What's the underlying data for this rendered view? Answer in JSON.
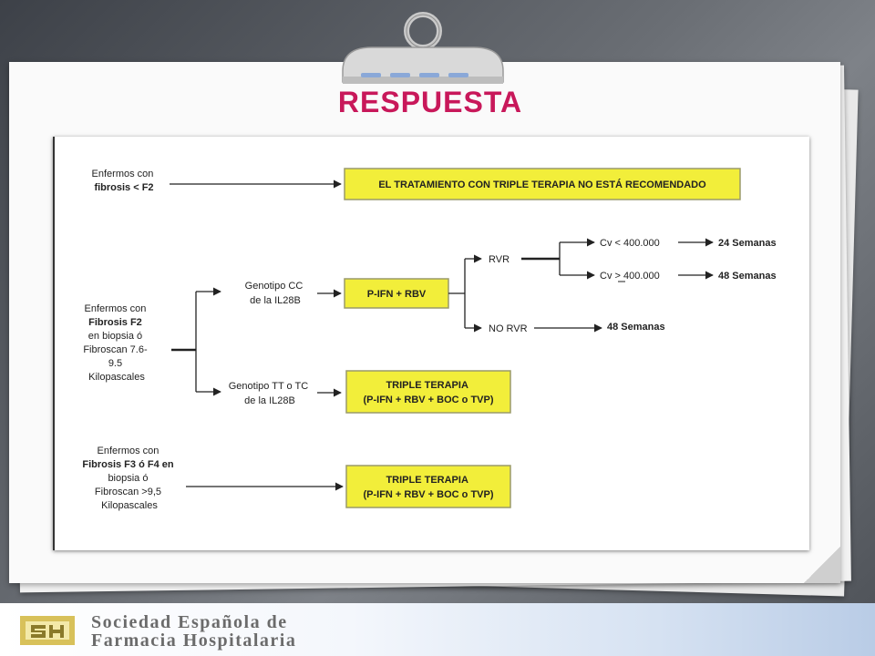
{
  "slide": {
    "title": "RESPUESTA",
    "footer": {
      "org_line1": "Sociedad Española de",
      "org_line2": "Farmacia Hospitalaria"
    }
  },
  "diagram": {
    "group1": {
      "label_lines": [
        "Enfermos con",
        "fibrosis < F2"
      ],
      "box": "EL TRATAMIENTO CON TRIPLE TERAPIA NO ESTÁ RECOMENDADO"
    },
    "group2": {
      "label_lines": [
        "Enfermos con",
        "Fibrosis F2",
        "en biopsia ó",
        "Fibroscan 7.6-",
        "9.5",
        "Kilopascales"
      ],
      "branch_cc": {
        "label_lines": [
          "Genotipo CC",
          "de la IL28B"
        ],
        "box": "P-IFN + RBV",
        "rvr": "RVR",
        "cv_low": "Cv < 400.000",
        "cv_low_result": "24 Semanas",
        "cv_high": "Cv > 400.000",
        "cv_high_result": "48 Semanas",
        "no_rvr": "NO RVR",
        "no_rvr_result": "48 Semanas"
      },
      "branch_tt": {
        "label_lines": [
          "Genotipo TT o TC",
          "de la IL28B"
        ],
        "box_lines": [
          "TRIPLE TERAPIA",
          "(P-IFN + RBV + BOC o TVP)"
        ]
      }
    },
    "group3": {
      "label_lines": [
        "Enfermos con",
        "Fibrosis F3 ó F4 en",
        "biopsia ó",
        "Fibroscan >9,5",
        "Kilopascales"
      ],
      "box_lines": [
        "TRIPLE TERAPIA",
        "(P-IFN + RBV + BOC o TVP)"
      ]
    },
    "colors": {
      "box_fill": "#f2ee3a",
      "box_border": "#9a9a6a",
      "title": "#c8185a"
    }
  }
}
